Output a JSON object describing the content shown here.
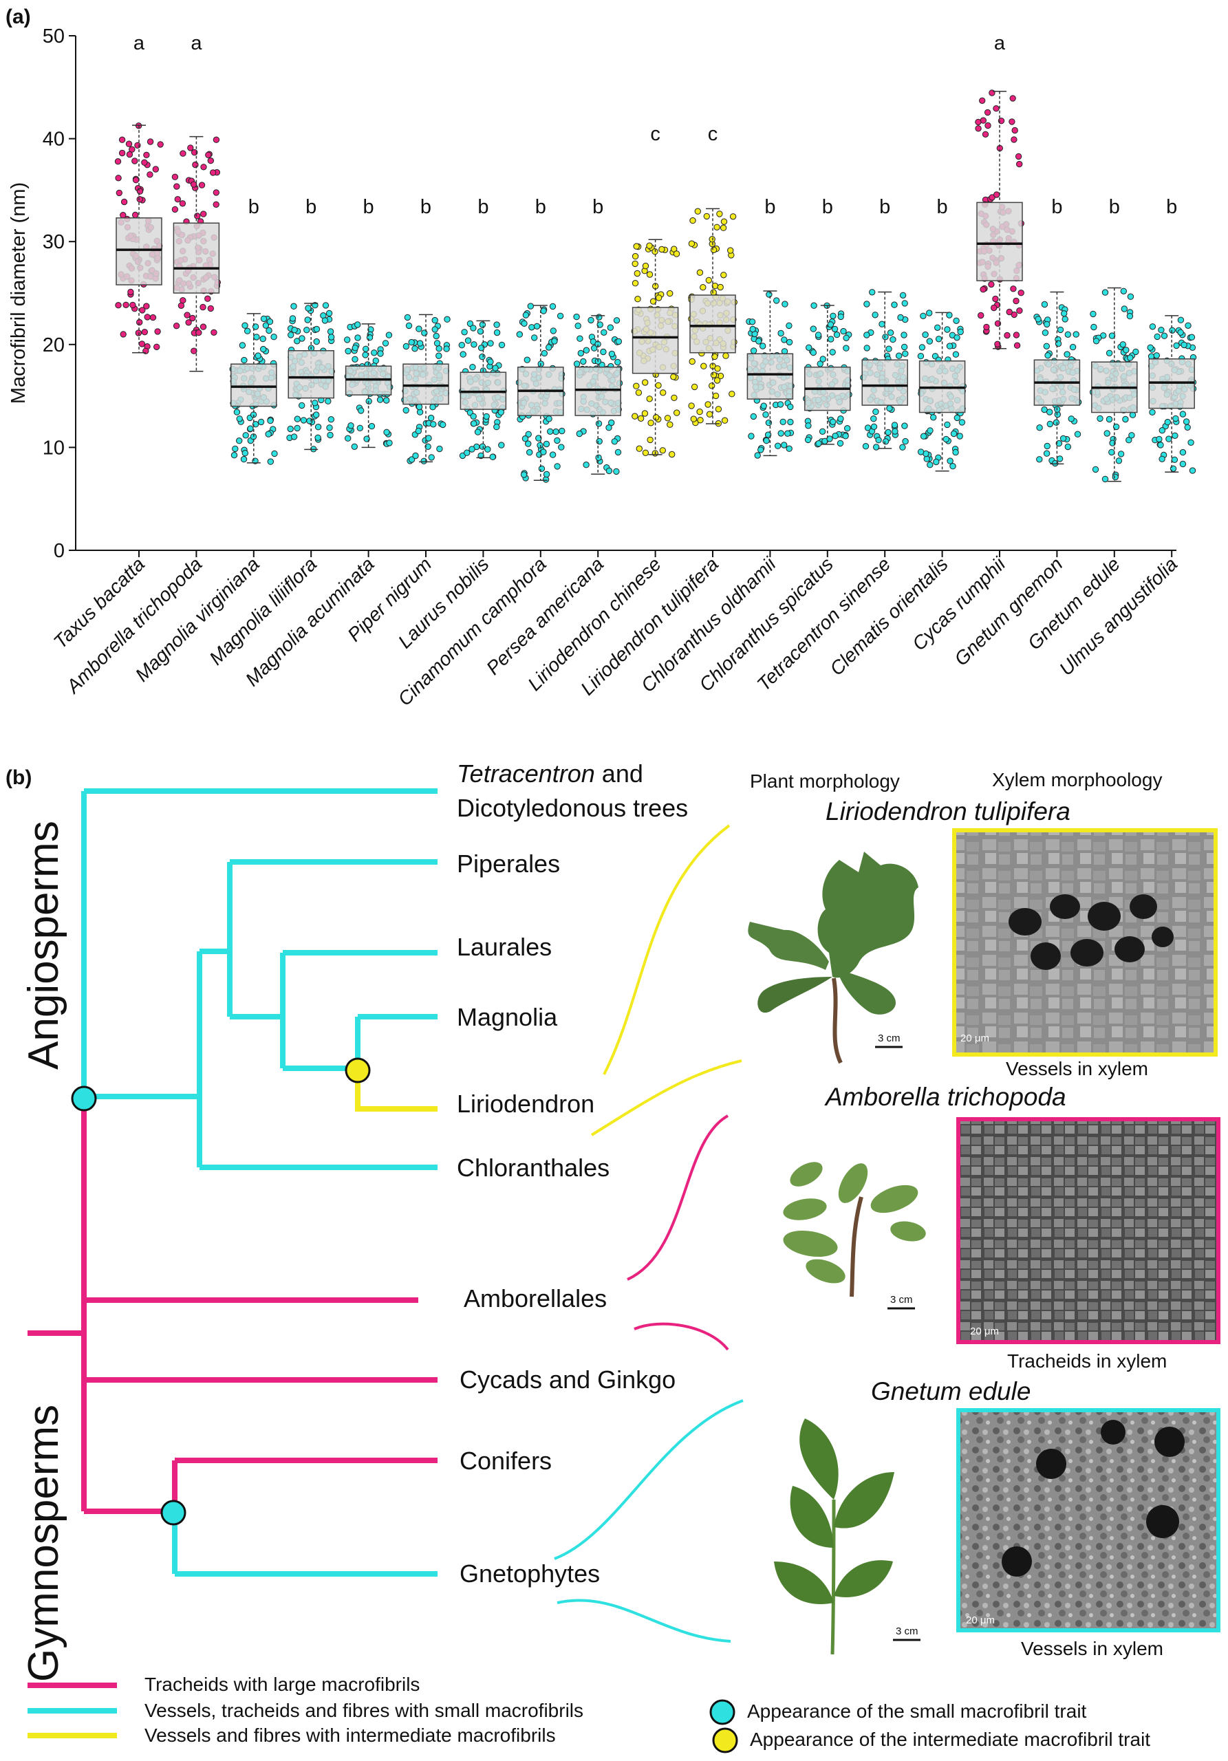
{
  "panel_a": {
    "label": "(a)",
    "ylabel": "Macrofibril diameter (nm)",
    "yticks": [
      "0",
      "10",
      "20",
      "30",
      "40",
      "50"
    ]
  },
  "chart_data": {
    "type": "box",
    "ylabel": "Macrofibril diameter (nm)",
    "ylim": [
      0,
      50
    ],
    "grid": false,
    "categories": [
      "Taxus bacatta",
      "Amborella trichopoda",
      "Magnolia virginiana",
      "Magnolia liliiflora",
      "Magnolia acuminata",
      "Piper nigrum",
      "Laurus nobilis",
      "Cinamomum camphora",
      "Persea americana",
      "Liriodendron chinese",
      "Liriodendron tulipifera",
      "Chloranthus oldhamii",
      "Chloranthus spicatus",
      "Tetracentron sinense",
      "Clematis orientalis",
      "Cycas rumphii",
      "Gnetum gnemon",
      "Gnetum edule",
      "Ulmus angustifolia"
    ],
    "letters": [
      "a",
      "a",
      "b",
      "b",
      "b",
      "b",
      "b",
      "b",
      "b",
      "c",
      "c",
      "b",
      "b",
      "b",
      "b",
      "a",
      "b",
      "b",
      "b"
    ],
    "groups": [
      "large",
      "large",
      "small",
      "small",
      "small",
      "small",
      "small",
      "small",
      "small",
      "intermediate",
      "intermediate",
      "small",
      "small",
      "small",
      "small",
      "large",
      "small",
      "small",
      "small"
    ],
    "group_colors": {
      "large": "#e8237f",
      "small": "#2ee0e0",
      "intermediate": "#f2ea1e"
    },
    "boxes": [
      {
        "min": 19.2,
        "q1": 25.8,
        "median": 29.2,
        "q3": 32.3,
        "max": 41.3
      },
      {
        "min": 17.4,
        "q1": 25.0,
        "median": 27.4,
        "q3": 31.8,
        "max": 40.2
      },
      {
        "min": 8.5,
        "q1": 14.0,
        "median": 15.9,
        "q3": 18.1,
        "max": 23.0
      },
      {
        "min": 9.8,
        "q1": 14.8,
        "median": 16.8,
        "q3": 19.4,
        "max": 24.0
      },
      {
        "min": 10.0,
        "q1": 15.1,
        "median": 16.6,
        "q3": 17.9,
        "max": 22.0
      },
      {
        "min": 8.6,
        "q1": 14.2,
        "median": 16.0,
        "q3": 18.1,
        "max": 22.9
      },
      {
        "min": 9.0,
        "q1": 13.7,
        "median": 15.4,
        "q3": 17.3,
        "max": 22.3
      },
      {
        "min": 6.8,
        "q1": 13.1,
        "median": 15.5,
        "q3": 17.8,
        "max": 23.8
      },
      {
        "min": 7.4,
        "q1": 13.1,
        "median": 15.6,
        "q3": 17.8,
        "max": 22.8
      },
      {
        "min": 9.3,
        "q1": 17.2,
        "median": 20.7,
        "q3": 23.6,
        "max": 30.2
      },
      {
        "min": 12.3,
        "q1": 19.2,
        "median": 21.8,
        "q3": 24.8,
        "max": 33.2
      },
      {
        "min": 9.2,
        "q1": 14.7,
        "median": 17.1,
        "q3": 19.1,
        "max": 25.2
      },
      {
        "min": 10.3,
        "q1": 13.6,
        "median": 15.7,
        "q3": 17.8,
        "max": 23.8
      },
      {
        "min": 9.9,
        "q1": 14.1,
        "median": 16.0,
        "q3": 18.5,
        "max": 25.1
      },
      {
        "min": 7.7,
        "q1": 13.4,
        "median": 15.8,
        "q3": 18.4,
        "max": 23.1
      },
      {
        "min": 19.6,
        "q1": 26.2,
        "median": 29.8,
        "q3": 33.8,
        "max": 44.6
      },
      {
        "min": 8.4,
        "q1": 14.1,
        "median": 16.3,
        "q3": 18.5,
        "max": 25.1
      },
      {
        "min": 6.7,
        "q1": 13.4,
        "median": 15.8,
        "q3": 18.3,
        "max": 25.5
      },
      {
        "min": 7.6,
        "q1": 13.8,
        "median": 16.3,
        "q3": 18.6,
        "max": 22.8
      }
    ]
  },
  "panel_b": {
    "label": "(b)",
    "clades": {
      "tetracentron_italic": "Tetracentron",
      "tetracentron_rest": " and",
      "dicot_line2": "Dicotyledonous trees",
      "piperales": "Piperales",
      "laurales": "Laurales",
      "magnolia": "Magnolia",
      "liriodendron": "Liriodendron",
      "chloranthales": "Chloranthales",
      "amborellales": "Amborellales",
      "cycads": "Cycads and Ginkgo",
      "conifers": "Conifers",
      "gnetophytes": "Gnetophytes"
    },
    "group_labels": {
      "angiosperms": "Angiosperms",
      "gymnosperms": "Gymnosperms"
    },
    "column_headers": {
      "plant": "Plant morphology",
      "xylem": "Xylem morphoology"
    },
    "examples": [
      {
        "species": "Liriodendron tulipifera",
        "caption": "Vessels in xylem",
        "scale_plant": "3 cm",
        "scale_sem": "20 μm",
        "border": "#f2ea1e"
      },
      {
        "species": "Amborella trichopoda",
        "caption": "Tracheids in xylem",
        "scale_plant": "3 cm",
        "scale_sem": "20 μm",
        "border": "#e8237f"
      },
      {
        "species": "Gnetum edule",
        "caption": "Vessels in xylem",
        "scale_plant": "3 cm",
        "scale_sem": "20 μm",
        "border": "#2ee0e0"
      }
    ],
    "legend": {
      "large": "Tracheids with large macrofibrils",
      "small": "Vessels, tracheids and fibres with small macrofibrils",
      "intermediate": "Vessels and fibres with intermediate macrofibrils",
      "small_trait": "Appearance of the small macrofibril trait",
      "intermediate_trait": "Appearance of the intermediate macrofibril trait"
    }
  },
  "colors": {
    "magenta": "#e8237f",
    "cyan": "#2ee0e0",
    "yellow": "#f2ea1e",
    "box_fill": "#d9d9d9"
  }
}
